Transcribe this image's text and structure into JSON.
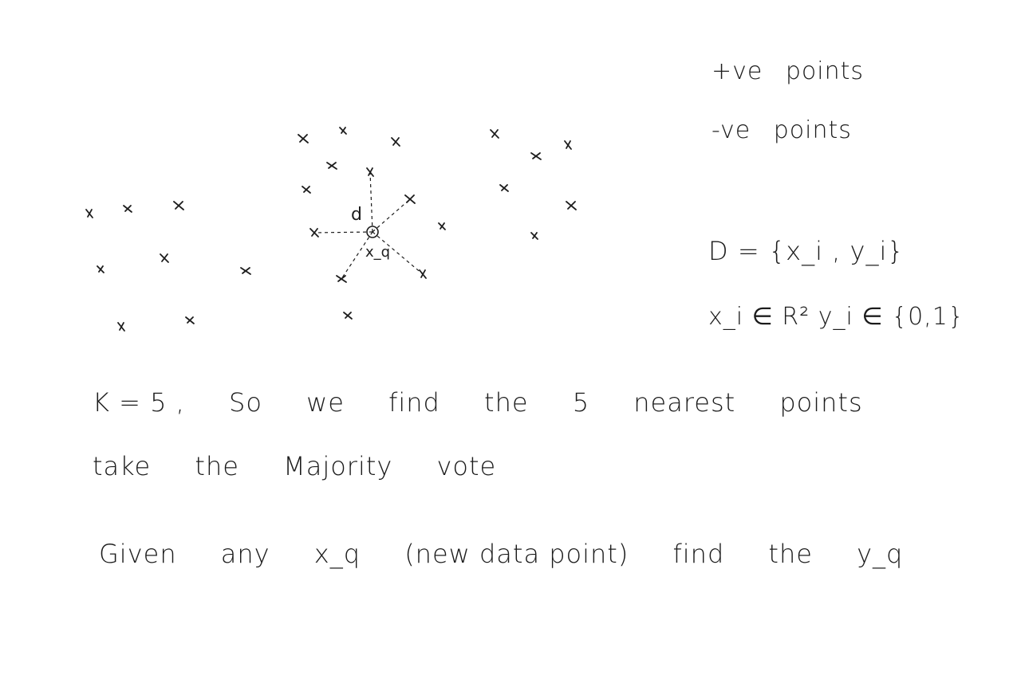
{
  "legend": {
    "positive": "+ve  points",
    "negative": "-ve  points"
  },
  "diagram": {
    "distance_label": "d",
    "query_label": "x_q"
  },
  "formula": {
    "dataset": "D = {x_i , y_i}",
    "domains": "x_i ∈ R²   y_i ∈ {0,1}"
  },
  "notes": {
    "line1": [
      "K = 5 ,",
      "So",
      "we",
      "find",
      "the",
      "5",
      "nearest",
      "points"
    ],
    "line2": [
      "take",
      "the",
      "Majority",
      "vote"
    ],
    "line3": [
      "Given",
      "any",
      "x_q",
      "(new data point)",
      "find",
      "the",
      "y_q"
    ]
  },
  "colors": {
    "ink": "#1c1c1c",
    "paper": "#ffffff"
  }
}
